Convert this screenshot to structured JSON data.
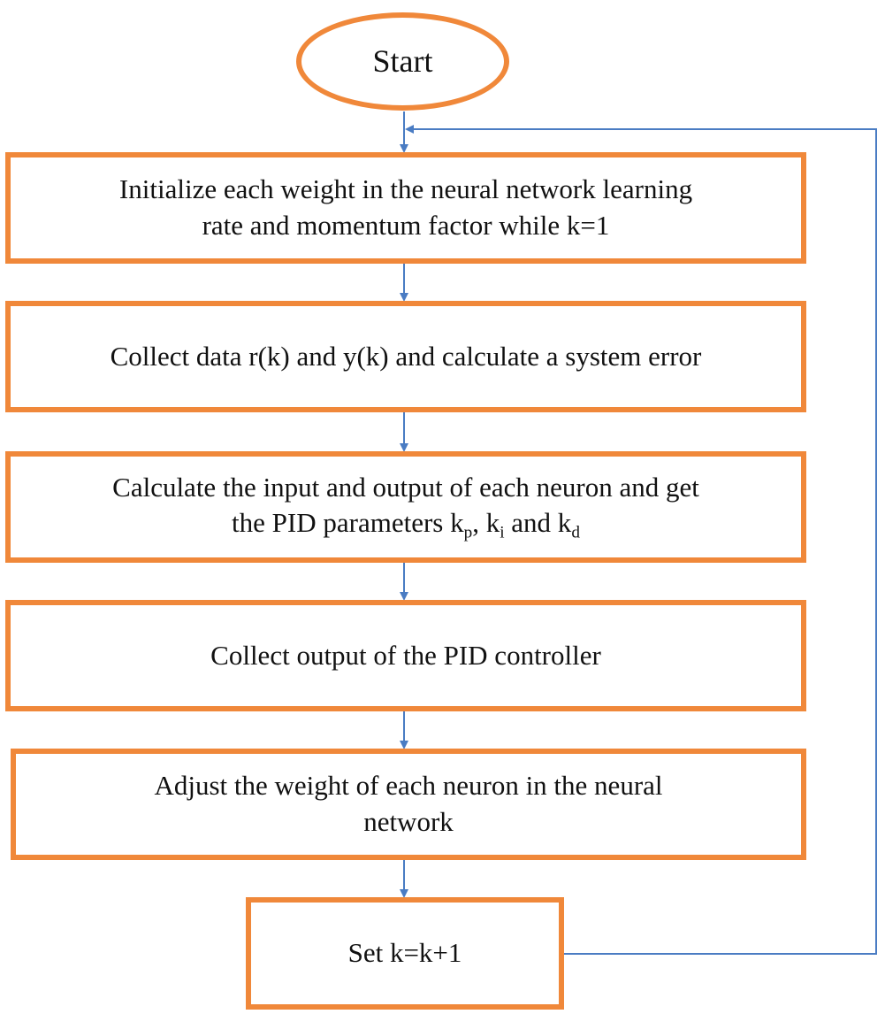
{
  "nodes": {
    "start": "Start",
    "initialize": {
      "line1": "Initialize each weight in the neural network learning",
      "line2": "rate and momentum factor while k=1"
    },
    "collect_data": "Collect data r(k) and y(k) and calculate a system error",
    "calculate": {
      "line1": "Calculate the input and output of each neuron and get",
      "line2_prefix": "the PID parameters k",
      "sub_p": "p",
      "sep1": ", k",
      "sub_i": "i",
      "sep2": " and k",
      "sub_d": "d"
    },
    "collect_output": "Collect output of the PID controller",
    "adjust": {
      "line1": "Adjust the weight of each neuron in the neural",
      "line2": "network"
    },
    "set_k": "Set k=k+1"
  },
  "colors": {
    "node_border": "#f0883a",
    "connector": "#4a7cc3",
    "text": "#111111"
  }
}
